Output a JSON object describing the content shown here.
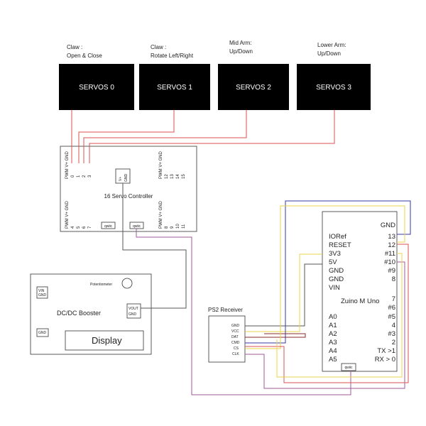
{
  "servos": [
    {
      "caption": [
        "Claw :",
        "Open & Close"
      ],
      "label": "SERVOS 0"
    },
    {
      "caption": [
        "Claw :",
        "Rotate Left/Right"
      ],
      "label": "SERVOS 1"
    },
    {
      "caption": [
        "Mid Arm:",
        "Up/Down"
      ],
      "label": "SERVOS 2"
    },
    {
      "caption": [
        "Lower Arm:",
        "Up/Down"
      ],
      "label": "SERVOS 3"
    }
  ],
  "controller": {
    "title": "16 Servo Controller",
    "pin_header": "PWM V+ GND",
    "top_left_channels": [
      "0",
      "1",
      "2",
      "3"
    ],
    "top_right_channels": [
      "12",
      "13",
      "14",
      "15"
    ],
    "bottom_left_channels": [
      "4",
      "5",
      "6",
      "7"
    ],
    "bottom_right_channels": [
      "8",
      "9",
      "10",
      "11"
    ],
    "power": [
      "V+",
      "GND"
    ],
    "qwiic": "qwiic"
  },
  "booster": {
    "title": "DC/DC Booster",
    "potentiometer": "Potentiometer",
    "vin": "VIN",
    "gnd": "GND",
    "vout": "VOUT",
    "display": "Display"
  },
  "ps2": {
    "title": "PS2 Receiver",
    "pins": [
      "GND",
      "VCC",
      "DAT",
      "CMD",
      "CS",
      "CLK"
    ]
  },
  "uno": {
    "title": "Zuino M Uno",
    "left_pins": [
      "IORef",
      "RESET",
      "3V3",
      "5V",
      "GND",
      "GND",
      "VIN",
      "A0",
      "A1",
      "A2",
      "A3",
      "A4",
      "A5"
    ],
    "right_pins": [
      "GND",
      "13",
      "12",
      "#11",
      "#10",
      "#9",
      "8",
      "7",
      "#6",
      "#5",
      "4",
      "#3",
      "2",
      "TX >1",
      "RX > 0"
    ],
    "qwiic": "qwiic"
  },
  "wire_colors": {
    "red": "#d9534f",
    "blue": "#3a3aa8",
    "yellow": "#e8d44d",
    "dark_red": "#8b2a2a",
    "purple": "#a05a9a",
    "gray": "#555555"
  }
}
